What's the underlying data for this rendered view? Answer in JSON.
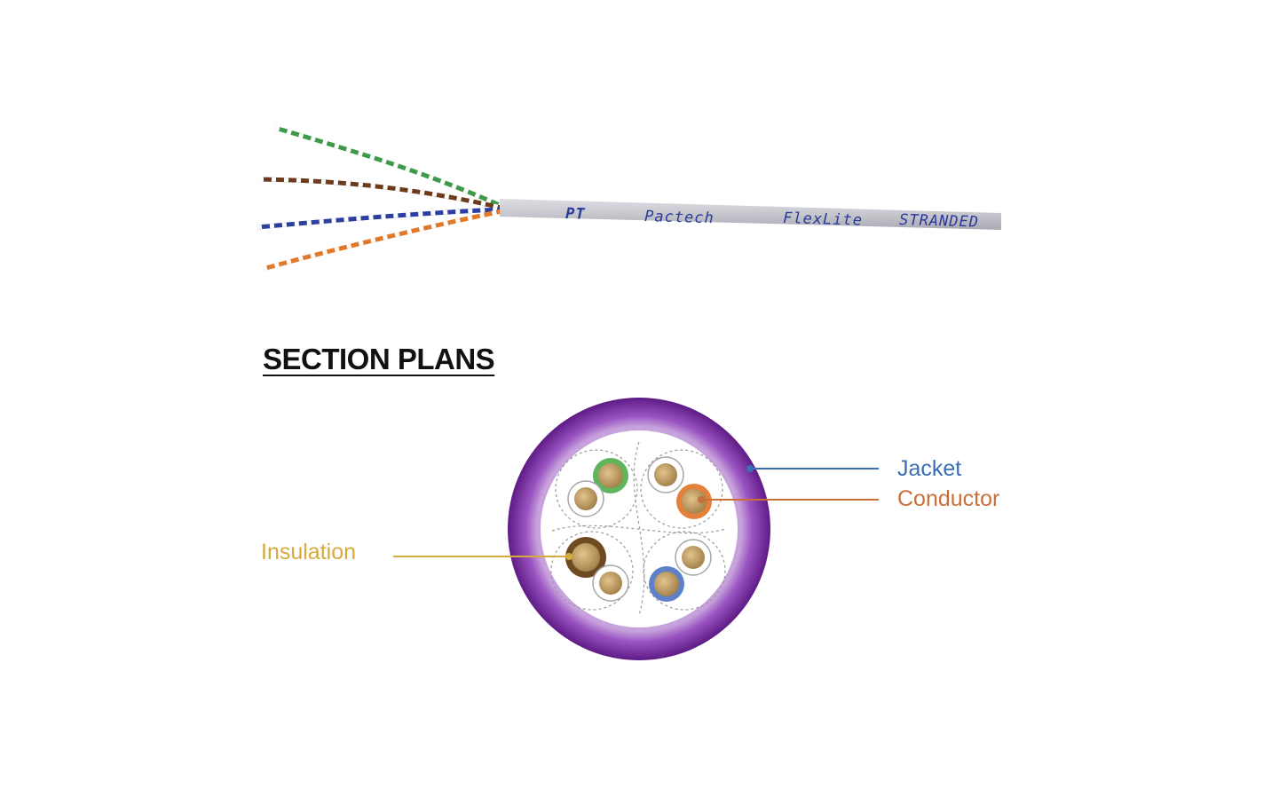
{
  "cable": {
    "print_logo": "PT",
    "print_brand": "Pactech",
    "print_product": "FlexLite",
    "print_type": "STRANDED"
  },
  "section": {
    "title": "SECTION PLANS"
  },
  "callouts": {
    "jacket": "Jacket",
    "conductor": "Conductor",
    "insulation": "Insulation"
  },
  "colors": {
    "jacket_outer": "#6a1f8f",
    "jacket_inner": "#b88ad0",
    "cable_sheath": "#c9c9d0",
    "cable_print": "#2a3a9a",
    "pair_green": "#3e9a4a",
    "pair_brown": "#6e3a1c",
    "pair_blue": "#2a3fa0",
    "pair_orange": "#e07a2a",
    "copper": "#c9a56a",
    "jacket_line": "#3a6fb5",
    "conductor_line": "#c9703a",
    "insulation_line": "#d6ab3c"
  },
  "icons": [
    "cable-illustration",
    "cable-cross-section"
  ]
}
